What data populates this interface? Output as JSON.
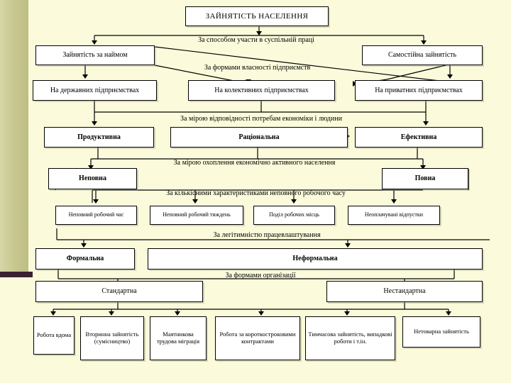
{
  "title_box": {
    "label": "ЗАЙНЯТІСТЬ НАСЕЛЕННЯ"
  },
  "criteria": {
    "c1": "За способом участи в суспільній праці",
    "c2": "За формами власності підприємств",
    "c3": "За мірою відповідності потребам економіки і людини",
    "c4": "За мірою охоплення економічно активного населення",
    "c5": "За кількісними характеристиками неповного робочого часу",
    "c6": "За легітимністю працевлаштування",
    "c7": "За формами організації"
  },
  "level1": [
    {
      "label": "Зайнятість за наймом"
    },
    {
      "label": "Самостійна зайнятість"
    }
  ],
  "level2": [
    {
      "label": "На державних підприємствах"
    },
    {
      "label": "На колективних підприємствах"
    },
    {
      "label": "На приватних підприємствах"
    }
  ],
  "level3": [
    {
      "label": "Продуктивна"
    },
    {
      "label": "Раціональна"
    },
    {
      "label": "Ефективна"
    }
  ],
  "level4": [
    {
      "label": "Неповна"
    },
    {
      "label": "Повна"
    }
  ],
  "level5": [
    {
      "label": "Неповний робочий час"
    },
    {
      "label": "Неповний робочий тиждень"
    },
    {
      "label": "Поділ робочих місць"
    },
    {
      "label": "Неоплачувані відпустки"
    }
  ],
  "level6": [
    {
      "label": "Формальна"
    },
    {
      "label": "Неформальна"
    }
  ],
  "level7": [
    {
      "label": "Стандартна"
    },
    {
      "label": "Нестандартна"
    }
  ],
  "level8": [
    {
      "label": "Робота вдома"
    },
    {
      "label": "Вторинна зайнятість (сумісництво)"
    },
    {
      "label": "Маятникова трудова міграція"
    },
    {
      "label": "Робота за короткостроковими контрактами"
    },
    {
      "label": "Тимчасова зайнятість, випадкові роботи і т.ін."
    },
    {
      "label": "Нетоварна зайнятість"
    }
  ],
  "colors": {
    "background": "#fbfbdc",
    "box_fill": "#ffffff",
    "line": "#000000",
    "deco_band": "#c8c894",
    "deco_bar": "#3b2032"
  }
}
